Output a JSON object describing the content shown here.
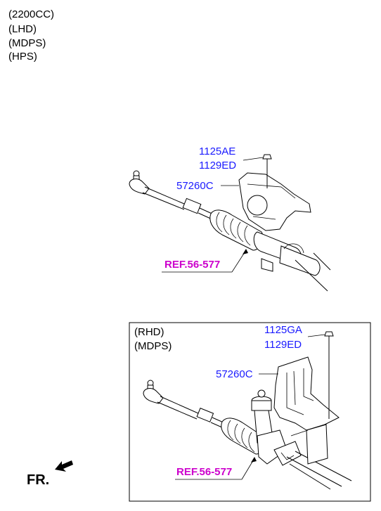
{
  "notes": [
    "(2200CC)",
    "(LHD)",
    "(MDPS)",
    "(HPS)"
  ],
  "top_diagram": {
    "labels": {
      "bolt_a": "1125AE",
      "bolt_b": "1129ED",
      "cover": "57260C",
      "ref": "REF.56-577"
    }
  },
  "rhd_box": {
    "notes": [
      "(RHD)",
      "(MDPS)"
    ],
    "labels": {
      "bolt_a": "1125GA",
      "bolt_b": "1129ED",
      "cover": "57260C",
      "ref": "REF.56-577"
    }
  },
  "direction": {
    "label": "FR."
  },
  "colors": {
    "part_label": "#1a1aff",
    "ref_label": "#cc00cc",
    "line": "#000000"
  }
}
